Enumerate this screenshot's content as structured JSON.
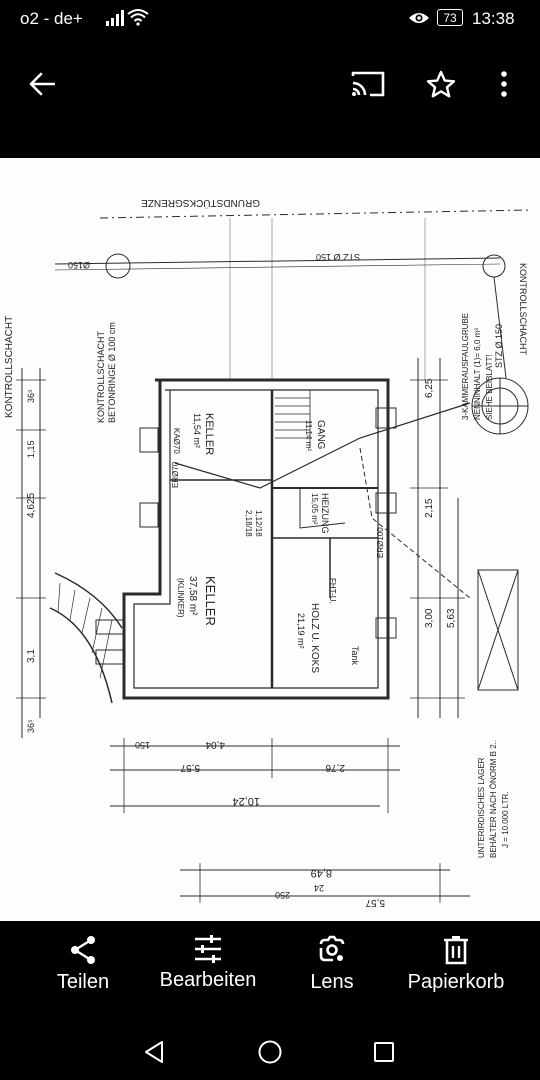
{
  "status_bar": {
    "carrier": "o2 - de+",
    "battery": "73",
    "time": "13:38",
    "icons": [
      "signal-icon",
      "wifi-icon",
      "eye-icon",
      "battery-icon"
    ]
  },
  "app_bar": {
    "icons": [
      "back-arrow-icon",
      "cast-icon",
      "star-icon",
      "more-vert-icon"
    ]
  },
  "image": {
    "texts": {
      "grenze": "GRUNDSTÜCKSGRENZE",
      "kontrollschacht_left": "KONTROLLSCHACHT",
      "kontrollschacht_beton_1": "KONTROLLSCHACHT",
      "kontrollschacht_beton_2": "BETONRINGE Ø 100 cm",
      "kontrollschacht_right": "KONTROLLSCHACHT",
      "stz_top": "STZ Ø 150",
      "stz_right": "STZ Ø 150",
      "kz150": "Ø150",
      "keller_small_1": "KELLER",
      "keller_small_2": "11,54 m²",
      "keller_big_1": "KELLER",
      "keller_big_2": "37,58 m²",
      "keller_big_3": "(KLINKER)",
      "gang_1": "GANG",
      "gang_2": "11,14 m²",
      "heizung_1": "HEIZUNG",
      "heizung_2": "15,05 m²",
      "holz_1": "HOLZ U. KOKS",
      "holz_2": "21,19 m²",
      "tank": "Tank",
      "fht": "FHT-U.",
      "grube_1": "3-KAMMERAUSFAULGRUBE",
      "grube_2": "NENNINHALT (1)= 6,0 m³",
      "grube_3": "SIEHE BEIBLATT!",
      "lager_1": "UNTERIRDISCHES LAGER",
      "lager_2": "BEHÄLTER NACH ÖNORM B 2..",
      "lager_3": "J = 10.000 LTR.",
      "d_1024": "10,24",
      "d_849": "8,49",
      "d_557a": "5,57",
      "d_557b": "5,57",
      "d_404": "4,04",
      "d_276": "2,76",
      "d_625": "6,25",
      "d_4625": "4,625",
      "d_31": "3,1",
      "d_300": "3,00",
      "d_563": "5,63",
      "d_215": "2,15",
      "d_24": "24",
      "d_250": "250",
      "d_150": "150",
      "d_365a": "36⁵",
      "d_365b": "36⁵",
      "d_115": "1,15",
      "d_181": "2,18/18",
      "d_121": "1,12/18",
      "er70": "ERØ70",
      "er100": "ERØ100",
      "ka70": "KAØ70"
    }
  },
  "bottom_actions": [
    {
      "icon": "share-icon",
      "label": "Teilen"
    },
    {
      "icon": "tune-icon",
      "label": "Bearbeiten"
    },
    {
      "icon": "lens-icon",
      "label": "Lens"
    },
    {
      "icon": "trash-icon",
      "label": "Papierkorb"
    }
  ],
  "nav_bar": {
    "icons": [
      "back-triangle-icon",
      "home-circle-icon",
      "recents-square-icon"
    ]
  }
}
